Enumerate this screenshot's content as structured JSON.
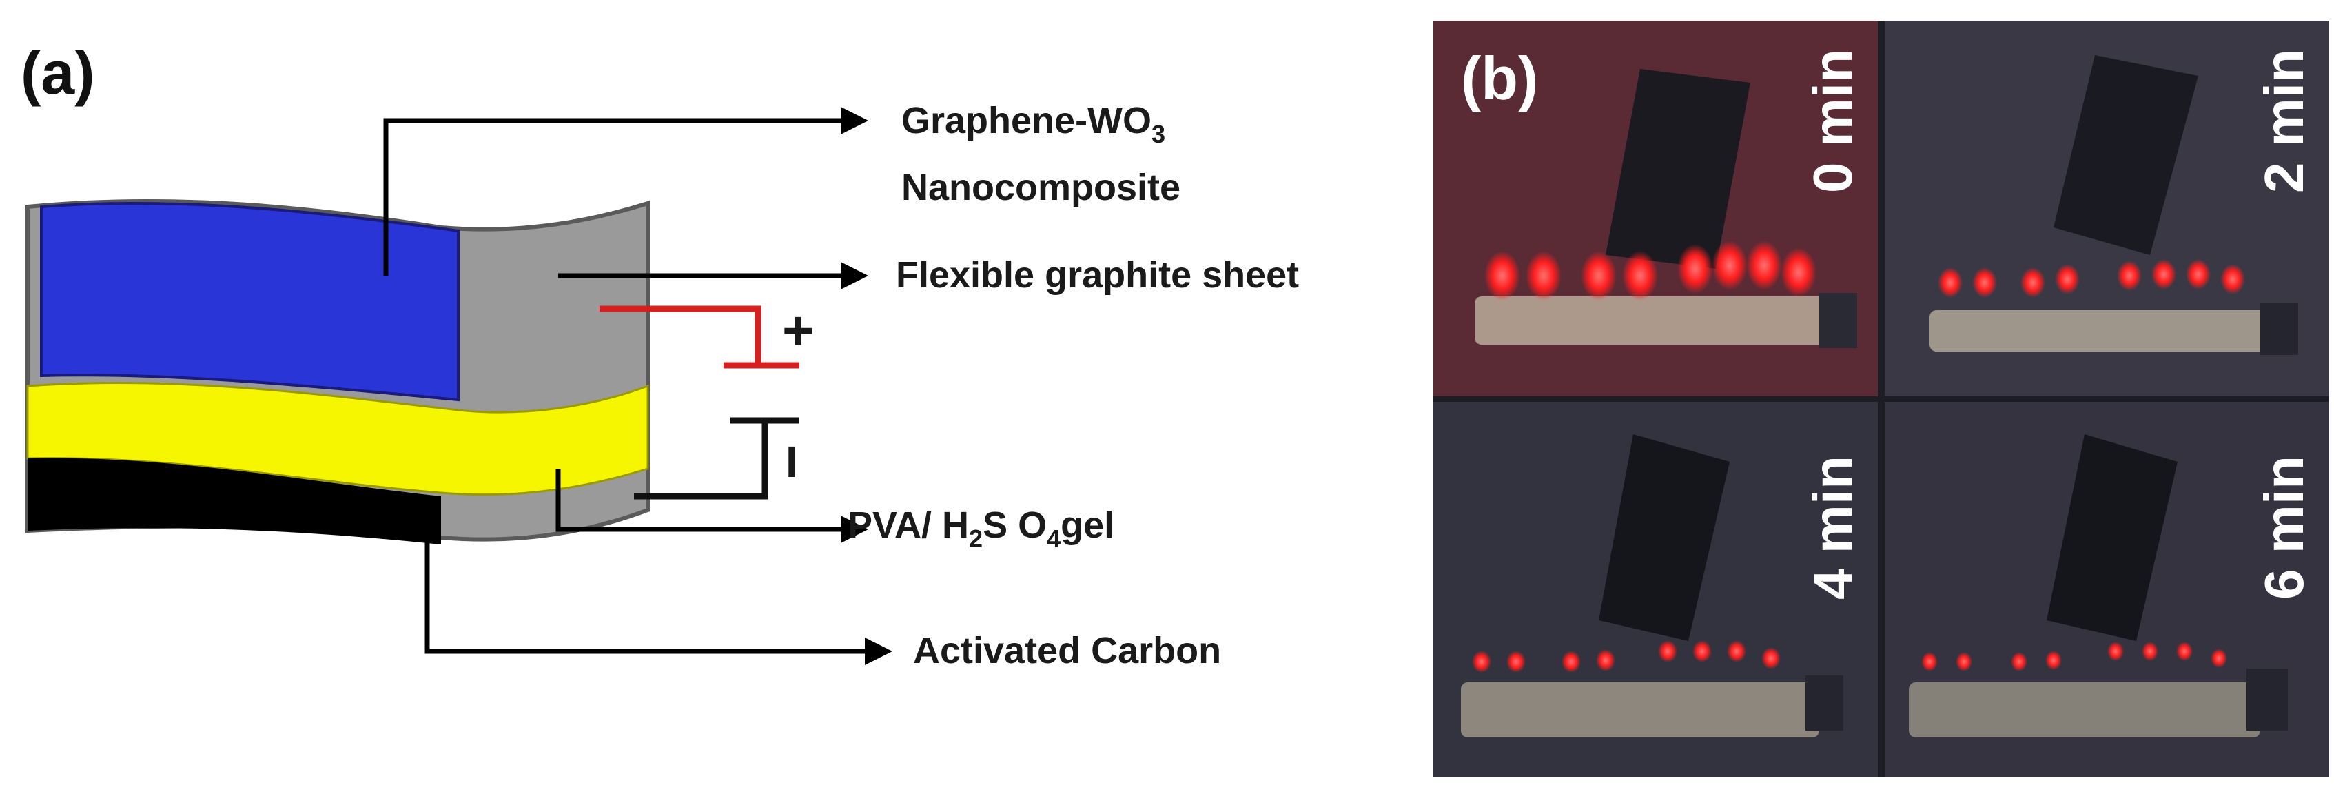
{
  "panel_a": {
    "label": "(a)",
    "callouts": {
      "graphene_line1": "Graphene-WO",
      "graphene_sub": "3",
      "graphene_line2": "Nanocomposite",
      "graphite": "Flexible graphite sheet",
      "pva_prefix": "PVA/ H",
      "pva_sub1": "2",
      "pva_mid": "S O",
      "pva_sub2": "4",
      "pva_suffix": "gel",
      "carbon": "Activated Carbon"
    },
    "terminals": {
      "plus": "+",
      "minus": "I"
    },
    "colors": {
      "graphene": "#2a35d8",
      "gel": "#f6f600",
      "carbon": "#000000",
      "graphite": "#9a9a9a",
      "positive_lead": "#d62020",
      "negative_lead": "#111111"
    }
  },
  "panel_b": {
    "label": "(b)",
    "timestamps": [
      "0 min",
      "2 min",
      "4 min",
      "6 min"
    ],
    "colors": {
      "led": "#ff2a2a",
      "background": "#2c2c3a"
    }
  }
}
